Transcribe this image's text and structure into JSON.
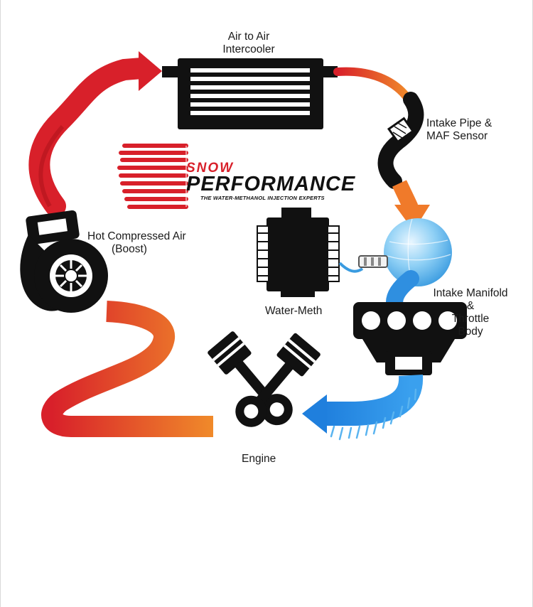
{
  "labels": {
    "intercooler_line1": "Air to Air",
    "intercooler_line2": "Intercooler",
    "intake_pipe_line1": "Intake Pipe &",
    "intake_pipe_line2": "MAF Sensor",
    "hot_air_line1": "Hot Compressed Air",
    "hot_air_line2": "(Boost)",
    "water_meth": "Water-Meth",
    "manifold_line1": "Intake Manifold",
    "manifold_line2": "&",
    "manifold_line3": "Throttle",
    "manifold_line4": "Body",
    "engine": "Engine"
  },
  "logo": {
    "brand_top": "SNOW",
    "brand_bottom": "PERFORMANCE",
    "tagline": "THE WATER-METHANOL INJECTION EXPERTS"
  },
  "colors": {
    "hot_red": "#d8202a",
    "warm_orange": "#f07a2a",
    "cool_blue": "#2f8fe0",
    "dark": "#111111"
  },
  "icons": [
    "turbocharger-icon",
    "intercooler-icon",
    "intake-pipe-icon",
    "water-meth-pump-icon",
    "intake-manifold-icon",
    "engine-pistons-icon",
    "snow-performance-logo"
  ]
}
